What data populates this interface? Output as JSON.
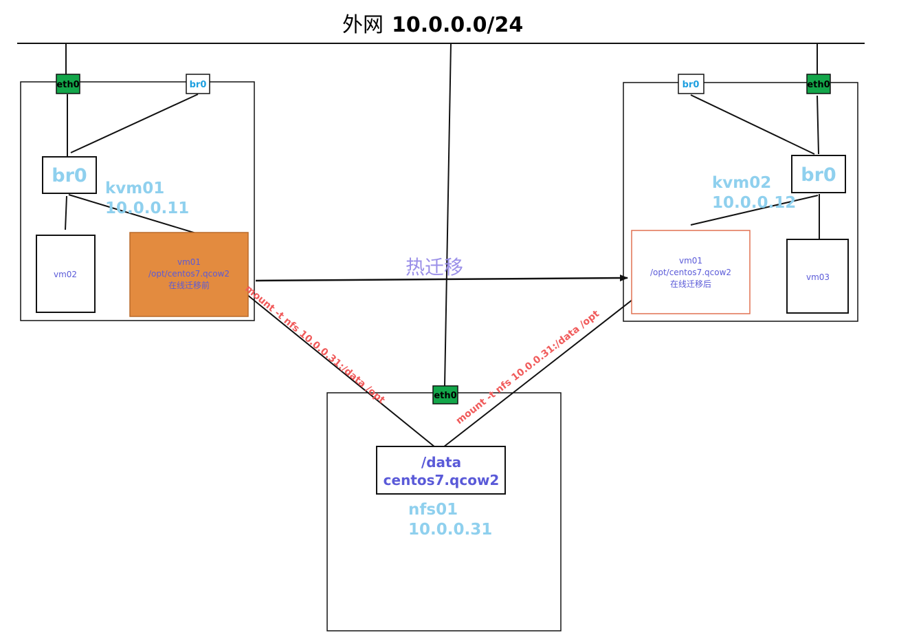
{
  "title": {
    "cn": "外网",
    "net": "10.0.0.0/24"
  },
  "colors": {
    "line": "#111111",
    "host_label": "#8fd0ee",
    "vm_text": "#5a5ad8",
    "orange_fill": "#e38b3f",
    "orange_border": "#e07050",
    "mount_text": "#f05a5a",
    "eth_fill": "#13a64a",
    "br_small_text": "#1fa0e0",
    "br_big_text": "#8fd0ee",
    "migrate_text": "#9a8fe8"
  },
  "kvm01": {
    "eth": "eth0",
    "br_small": "br0",
    "br": "br0",
    "name": "kvm01",
    "ip": "10.0.0.11",
    "vm02": "vm02",
    "vm01_line1": "vm01",
    "vm01_line2": "/opt/centos7.qcow2",
    "vm01_line3": "在线迁移前"
  },
  "kvm02": {
    "eth": "eth0",
    "br_small": "br0",
    "br": "br0",
    "name": "kvm02",
    "ip": "10.0.0.12",
    "vm03": "vm03",
    "vm01_line1": "vm01",
    "vm01_line2": "/opt/centos7.qcow2",
    "vm01_line3": "在线迁移后"
  },
  "migrate_label": "热迁移",
  "mount_left": "mount  -t nfs 10.0.0.31:/data  /opt",
  "mount_right": "mount  -t nfs 10.0.0.31:/data  /opt",
  "nfs01": {
    "eth": "eth0",
    "data_line1": "/data",
    "data_line2": "centos7.qcow2",
    "name": "nfs01",
    "ip": "10.0.0.31"
  }
}
